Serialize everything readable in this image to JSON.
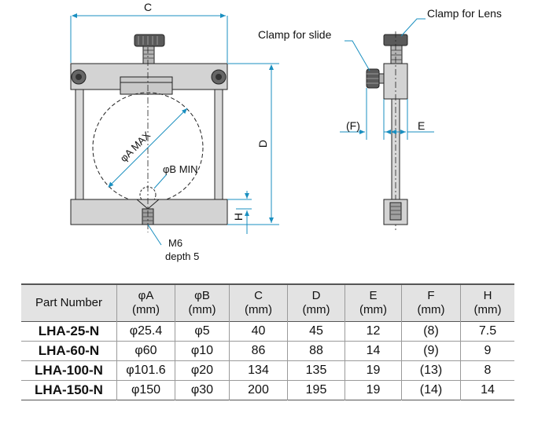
{
  "front_view": {
    "dim_c": "C",
    "dim_d": "D",
    "dim_h": "H",
    "label_a_max": "φA MAX",
    "label_b_min": "φB MIN",
    "label_m6": "M6",
    "label_depth": "depth 5"
  },
  "side_view": {
    "clamp_slide": "Clamp for slide",
    "clamp_lens": "Clamp for Lens",
    "dim_f": "(F)",
    "dim_e": "E"
  },
  "table": {
    "headers": [
      {
        "l1": "Part Number",
        "l2": ""
      },
      {
        "l1": "φA",
        "l2": "(mm)"
      },
      {
        "l1": "φB",
        "l2": "(mm)"
      },
      {
        "l1": "C",
        "l2": "(mm)"
      },
      {
        "l1": "D",
        "l2": "(mm)"
      },
      {
        "l1": "E",
        "l2": "(mm)"
      },
      {
        "l1": "F",
        "l2": "(mm)"
      },
      {
        "l1": "H",
        "l2": "(mm)"
      }
    ],
    "rows": [
      [
        "LHA-25-N",
        "φ25.4",
        "φ5",
        "40",
        "45",
        "12",
        "(8)",
        "7.5"
      ],
      [
        "LHA-60-N",
        "φ60",
        "φ10",
        "86",
        "88",
        "14",
        "(9)",
        "9"
      ],
      [
        "LHA-100-N",
        "φ101.6",
        "φ20",
        "134",
        "135",
        "19",
        "(13)",
        "8"
      ],
      [
        "LHA-150-N",
        "φ150",
        "φ30",
        "200",
        "195",
        "19",
        "(14)",
        "14"
      ]
    ]
  }
}
